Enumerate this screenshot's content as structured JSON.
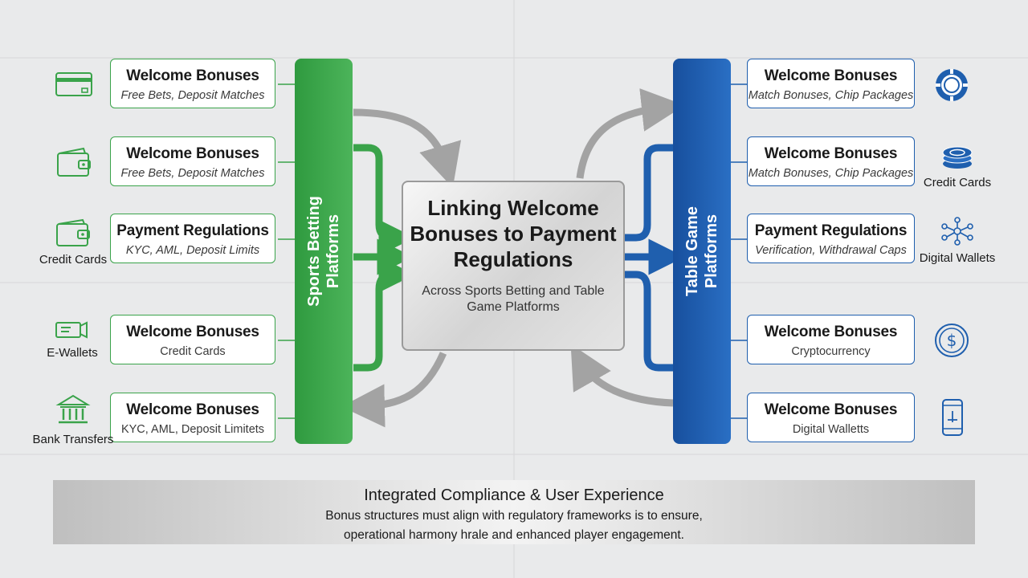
{
  "colors": {
    "green": "#3aa34a",
    "blue": "#1f5fae",
    "arrow_gray": "#a3a3a3"
  },
  "center": {
    "title": "Linking Welcome Bonuses to Payment Regulations",
    "subtitle": "Across Sports Betting and Table Game Platforms"
  },
  "left_bar": {
    "label_line1": "Sports Betting",
    "label_line2": "Platforms"
  },
  "right_bar": {
    "label_line1": "Table Game",
    "label_line2": "Platforms"
  },
  "left_cards": [
    {
      "title": "Welcome Bonuses",
      "subtitle": "Free Bets, Deposit Matches"
    },
    {
      "title": "Welcome Bonuses",
      "subtitle": "Free Bets, Deposit Matches"
    },
    {
      "title": "Payment Regulations",
      "subtitle": "KYC, AML, Deposit Limits"
    },
    {
      "title": "Welcome Bonuses",
      "subtitle": "Credit Cards"
    },
    {
      "title": "Welcome Bonuses",
      "subtitle": "KYC, AML, Deposit Limitets"
    }
  ],
  "right_cards": [
    {
      "title": "Welcome Bonuses",
      "subtitle": "Match Bonuses, Chip Packages"
    },
    {
      "title": "Welcome Bonuses",
      "subtitle": "Match Bonuses, Chip Packages"
    },
    {
      "title": "Payment Regulations",
      "subtitle": "Verification, Withdrawal Caps"
    },
    {
      "title": "Welcome Bonuses",
      "subtitle": "Cryptocurrency"
    },
    {
      "title": "Welcome Bonuses",
      "subtitle": "Digital Walletts"
    }
  ],
  "left_icons": [
    {
      "icon": "credit-card-icon",
      "caption": ""
    },
    {
      "icon": "wallet-icon",
      "caption": ""
    },
    {
      "icon": "wallet-icon",
      "caption": "Credit Cards"
    },
    {
      "icon": "e-wallet-icon",
      "caption": "E-Wallets"
    },
    {
      "icon": "bank-icon",
      "caption": "Bank Transfers"
    }
  ],
  "right_icons": [
    {
      "icon": "poker-chip-icon",
      "caption": ""
    },
    {
      "icon": "chip-stack-icon",
      "caption": "Credit Cards"
    },
    {
      "icon": "network-icon",
      "caption": "Digital Wallets"
    },
    {
      "icon": "dollar-coin-icon",
      "caption": ""
    },
    {
      "icon": "mobile-phone-icon",
      "caption": ""
    }
  ],
  "footer": {
    "title": "Integrated Compliance & User Experience",
    "line1": "Bonus structures must align with regulatory frameworks is to ensure,",
    "line2": "operational harmony hrale and enhanced player engagement."
  }
}
